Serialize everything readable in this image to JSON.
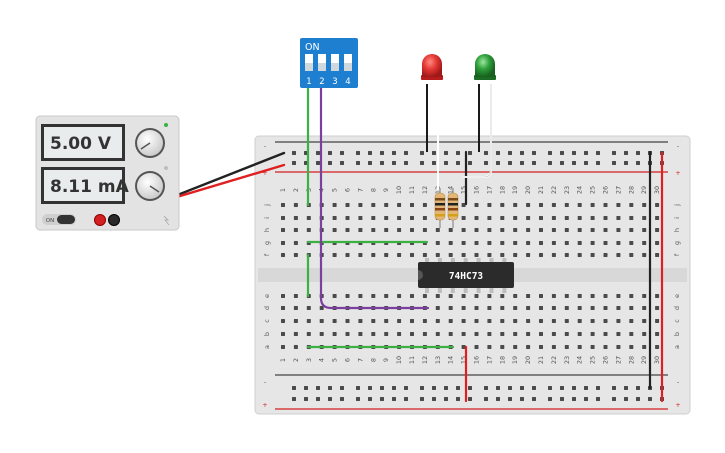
{
  "power_supply": {
    "voltage_display": "5.00 V",
    "current_display": "8.11 mA",
    "on_label": "ON"
  },
  "dip_switch": {
    "on_label": "ON",
    "switch_numbers": [
      "1",
      "2",
      "3",
      "4"
    ]
  },
  "ic_chip": {
    "label": "74HC73"
  },
  "breadboard": {
    "column_numbers": [
      "1",
      "2",
      "3",
      "4",
      "5",
      "6",
      "7",
      "8",
      "9",
      "10",
      "11",
      "12",
      "13",
      "14",
      "15",
      "16",
      "17",
      "18",
      "19",
      "20",
      "21",
      "22",
      "23",
      "24",
      "25",
      "26",
      "27",
      "28",
      "29",
      "30"
    ],
    "top_row_letters": [
      "j",
      "i",
      "h",
      "g",
      "f"
    ],
    "bottom_row_letters": [
      "e",
      "d",
      "c",
      "b",
      "a"
    ],
    "rail_minus": "-",
    "rail_plus": "+"
  },
  "colors": {
    "wire_green": "#3cb043",
    "wire_purple": "#7b3fa0",
    "wire_red": "#e02020",
    "wire_black": "#222222",
    "dip_blue": "#1e7fd0",
    "led_red": "#e53935",
    "led_green": "#2e9e3a"
  }
}
